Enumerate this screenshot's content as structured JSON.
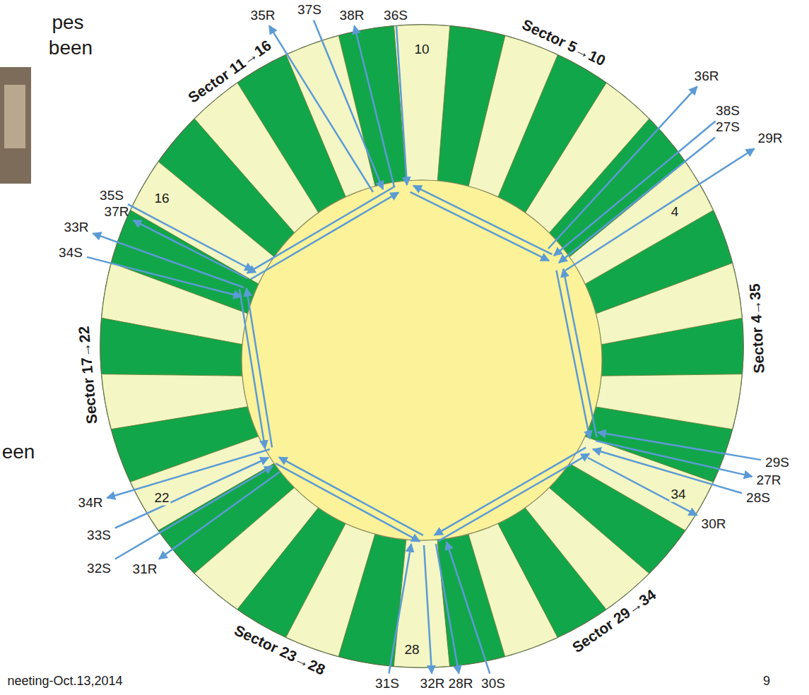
{
  "diagram": {
    "labels": [
      "pes",
      "been",
      "een",
      "Sector 11→16",
      "Sector 5→10",
      "Sector 4→35",
      "Sector 29→34",
      "Sector 23→28",
      "Sector 17→22",
      "10",
      "4",
      "16",
      "34",
      "22",
      "28",
      "35R",
      "37S",
      "38R",
      "36S",
      "36R",
      "38S",
      "27S",
      "29R",
      "29S",
      "27R",
      "28S",
      "30R",
      "31S",
      "32R",
      "28R",
      "30S",
      "32S",
      "31R",
      "34R",
      "33S",
      "33R",
      "37R",
      "35S",
      "34S",
      "neeting-Oct.13,2014",
      "9"
    ]
  }
}
